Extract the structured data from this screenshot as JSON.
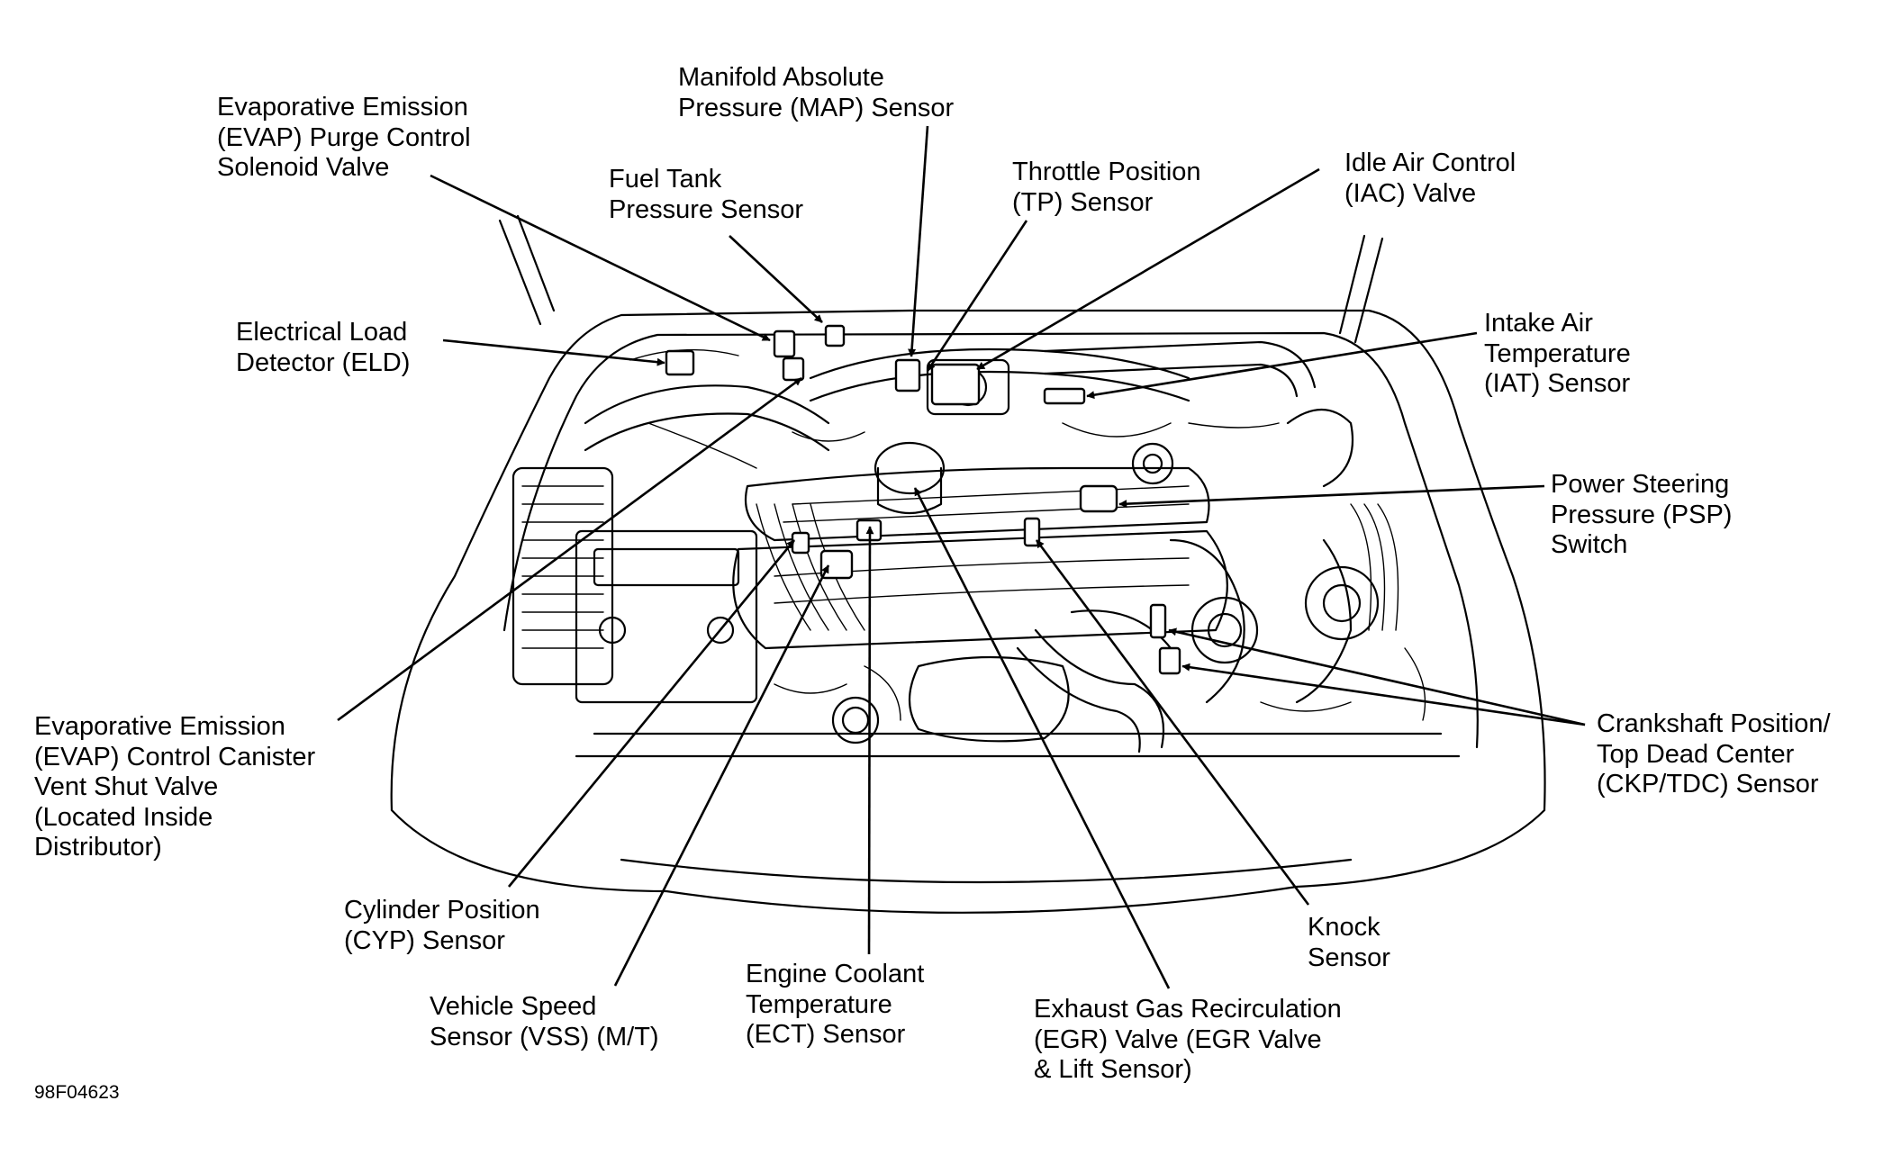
{
  "figure_code": "98F04623",
  "labels": {
    "evap_purge": [
      "Evaporative Emission",
      "(EVAP) Purge Control",
      "Solenoid Valve"
    ],
    "map": [
      "Manifold Absolute",
      "Pressure (MAP) Sensor"
    ],
    "fuel_tank": [
      "Fuel Tank",
      "Pressure Sensor"
    ],
    "tp": [
      "Throttle Position",
      "(TP) Sensor"
    ],
    "iac": [
      "Idle Air Control",
      "(IAC) Valve"
    ],
    "eld": [
      "Electrical Load",
      "Detector (ELD)"
    ],
    "iat": [
      "Intake Air",
      "Temperature",
      "(IAT) Sensor"
    ],
    "psp": [
      "Power Steering",
      "Pressure (PSP)",
      "Switch"
    ],
    "ckp": [
      "Crankshaft Position/",
      "Top Dead Center",
      "(CKP/TDC) Sensor"
    ],
    "evap_vent": [
      "Evaporative Emission",
      "(EVAP) Control Canister",
      "Vent Shut Valve",
      "(Located Inside",
      "Distributor)"
    ],
    "cyp": [
      "Cylinder Position",
      "(CYP) Sensor"
    ],
    "vss": [
      "Vehicle Speed",
      "Sensor (VSS) (M/T)"
    ],
    "ect": [
      "Engine Coolant",
      "Temperature",
      "(ECT) Sensor"
    ],
    "egr": [
      "Exhaust Gas Recirculation",
      "(EGR) Valve (EGR Valve",
      "& Lift Sensor)"
    ],
    "knock": [
      "Knock",
      "Sensor"
    ]
  }
}
